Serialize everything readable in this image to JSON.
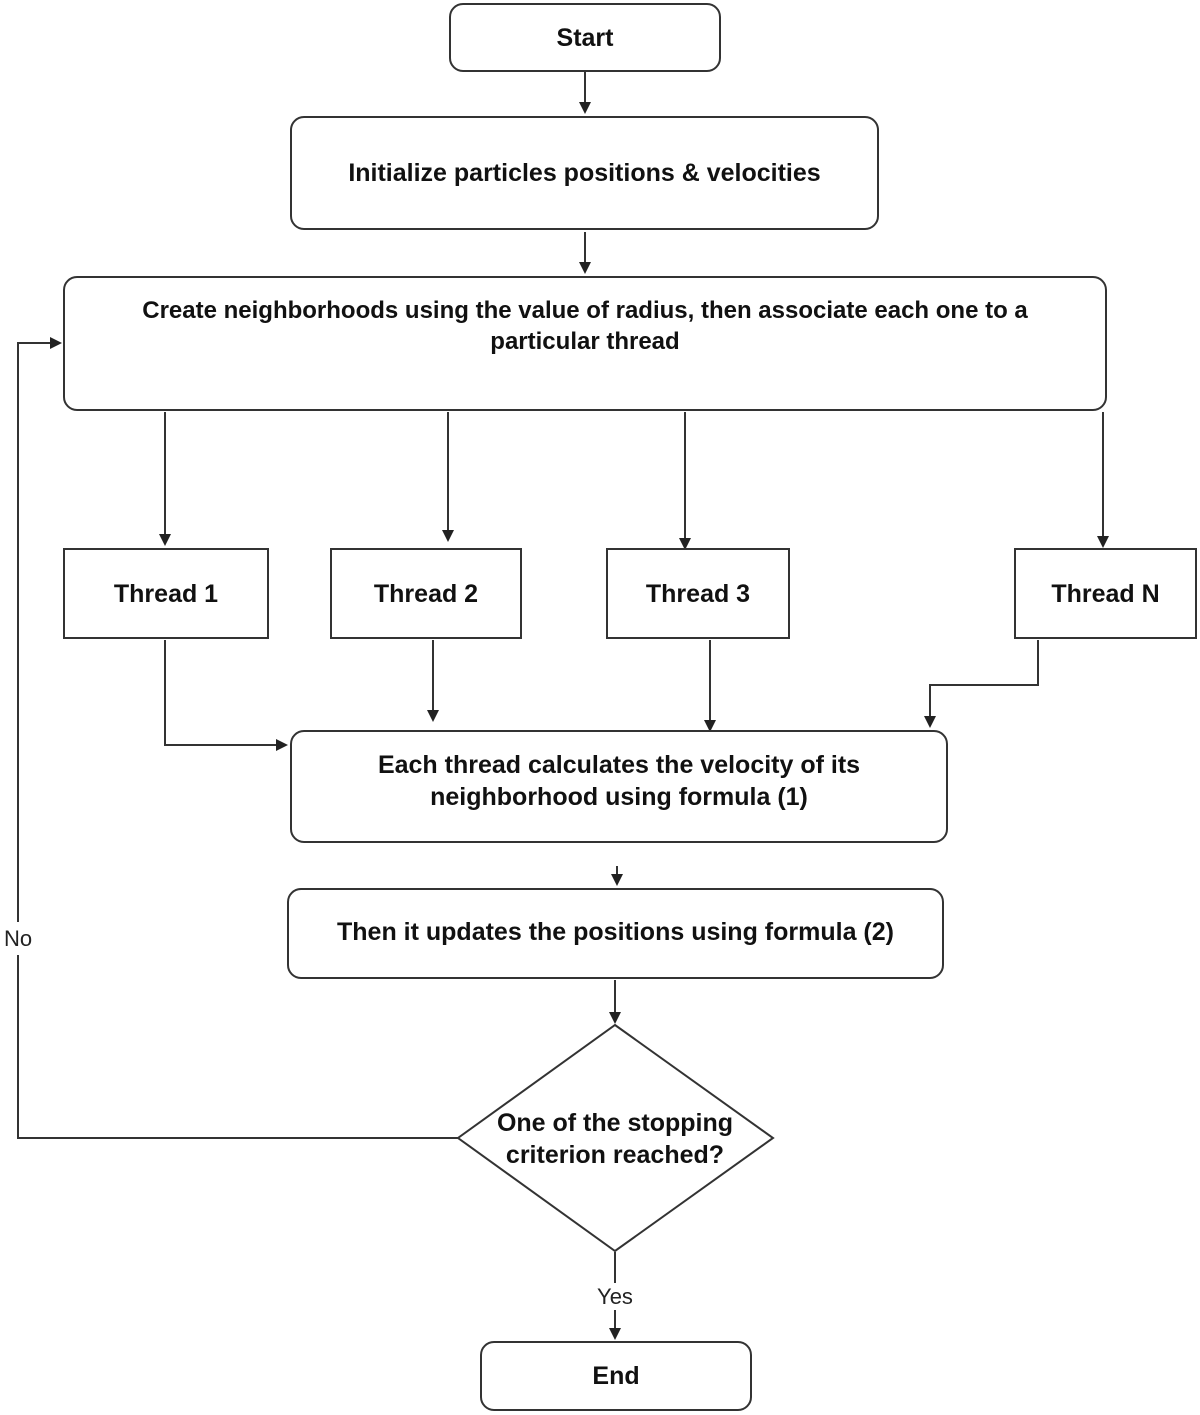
{
  "flowchart": {
    "start": "Start",
    "init": "Initialize particles positions & velocities",
    "create": "Create neighborhoods using the value of radius, then associate each one to a particular thread",
    "threads": [
      "Thread 1",
      "Thread 2",
      "Thread 3",
      "Thread N"
    ],
    "calc": "Each thread calculates the velocity of its neighborhood using formula (1)",
    "update": "Then it updates the positions using formula (2)",
    "decision": [
      "One of the stopping",
      "criterion reached?"
    ],
    "no_label": "No",
    "yes_label": "Yes",
    "end": "End"
  }
}
